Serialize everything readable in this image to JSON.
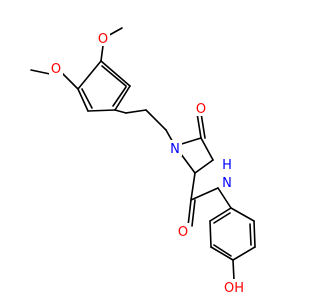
{
  "molecule": {
    "atoms": {
      "o_methoxy_top": "O",
      "o_methoxy_left": "O",
      "n_ring": "N",
      "o_ketone": "O",
      "n_amide": "N",
      "h_amide": "H",
      "o_amide": "O",
      "o_hydroxy": "OH"
    },
    "colors": {
      "oxygen": "#ff0000",
      "nitrogen": "#0000ff",
      "carbon_bond": "#000000",
      "background": "#ffffff"
    }
  }
}
